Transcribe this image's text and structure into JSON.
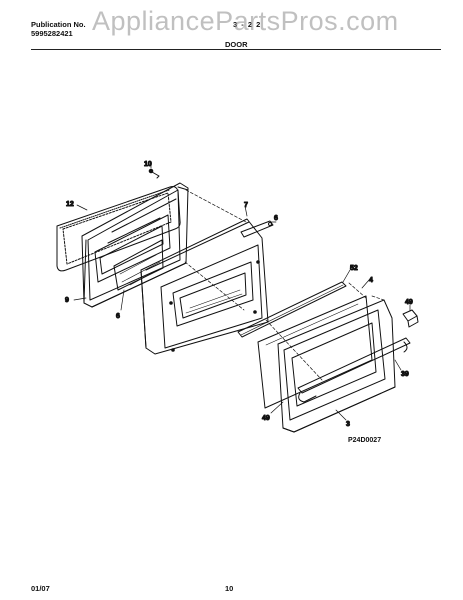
{
  "header": {
    "publication_label": "Publication No.",
    "publication_number": "5995282421",
    "model": "3  - 2 2",
    "section_title": "DOOR"
  },
  "watermark": "AppliancePartsPros.com",
  "diagram": {
    "figure_code": "P24D0027",
    "callouts": [
      {
        "id": "10",
        "label": "10"
      },
      {
        "id": "12",
        "label": "12"
      },
      {
        "id": "7",
        "label": "7"
      },
      {
        "id": "6a",
        "label": "6"
      },
      {
        "id": "9",
        "label": "9"
      },
      {
        "id": "6b",
        "label": "6"
      },
      {
        "id": "52",
        "label": "52"
      },
      {
        "id": "4",
        "label": "4"
      },
      {
        "id": "49a",
        "label": "49"
      },
      {
        "id": "39",
        "label": "39"
      },
      {
        "id": "49b",
        "label": "49"
      },
      {
        "id": "3",
        "label": "3"
      }
    ]
  },
  "footer": {
    "date": "01/07",
    "page": "10"
  }
}
